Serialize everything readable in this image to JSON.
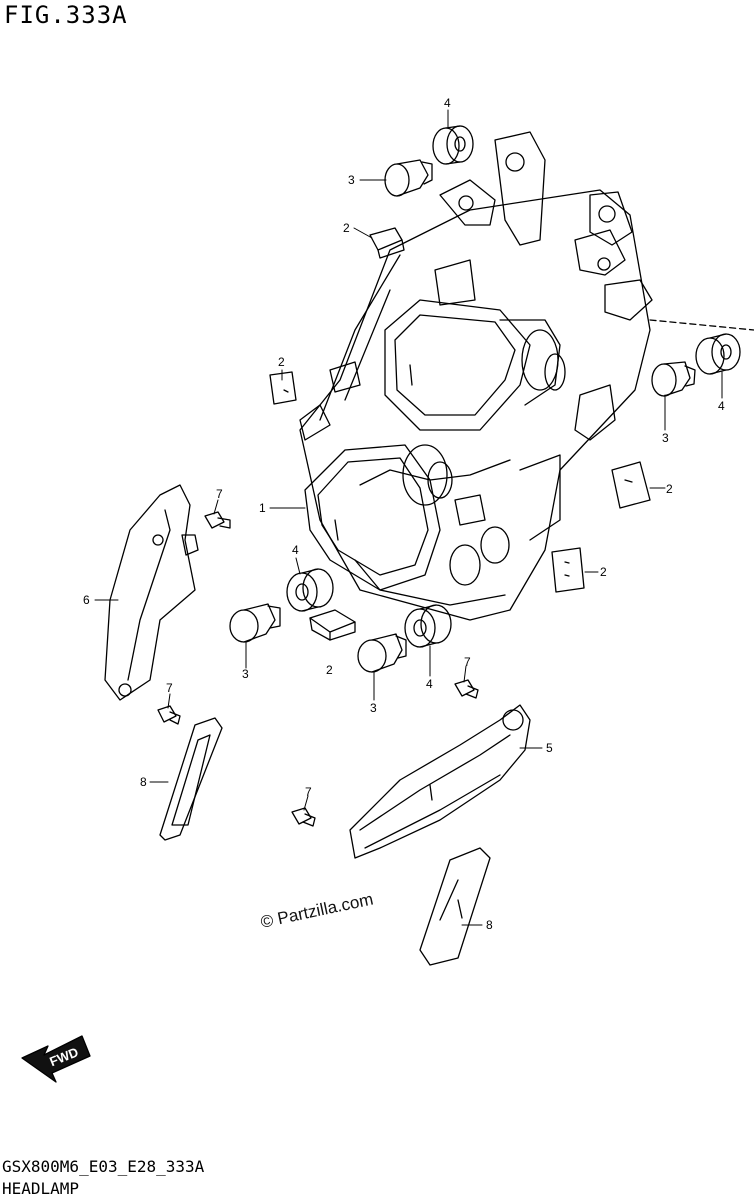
{
  "figure": {
    "title": "FIG.333A"
  },
  "footer": {
    "code": "GSX800M6_E03_E28_333A",
    "name": "HEADLAMP"
  },
  "watermark": {
    "text": "© Partzilla.com"
  },
  "fwd_arrow": {
    "label": "FWD"
  },
  "callouts": [
    {
      "id": "c1",
      "label": "1"
    },
    {
      "id": "c2a",
      "label": "2"
    },
    {
      "id": "c2b",
      "label": "2"
    },
    {
      "id": "c2c",
      "label": "2"
    },
    {
      "id": "c2d",
      "label": "2"
    },
    {
      "id": "c2e",
      "label": "2"
    },
    {
      "id": "c3a",
      "label": "3"
    },
    {
      "id": "c3b",
      "label": "3"
    },
    {
      "id": "c3c",
      "label": "3"
    },
    {
      "id": "c3d",
      "label": "3"
    },
    {
      "id": "c4a",
      "label": "4"
    },
    {
      "id": "c4b",
      "label": "4"
    },
    {
      "id": "c4c",
      "label": "4"
    },
    {
      "id": "c4d",
      "label": "4"
    },
    {
      "id": "c5",
      "label": "5"
    },
    {
      "id": "c6",
      "label": "6"
    },
    {
      "id": "c7a",
      "label": "7"
    },
    {
      "id": "c7b",
      "label": "7"
    },
    {
      "id": "c7c",
      "label": "7"
    },
    {
      "id": "c7d",
      "label": "7"
    },
    {
      "id": "c8a",
      "label": "8"
    },
    {
      "id": "c8b",
      "label": "8"
    }
  ]
}
